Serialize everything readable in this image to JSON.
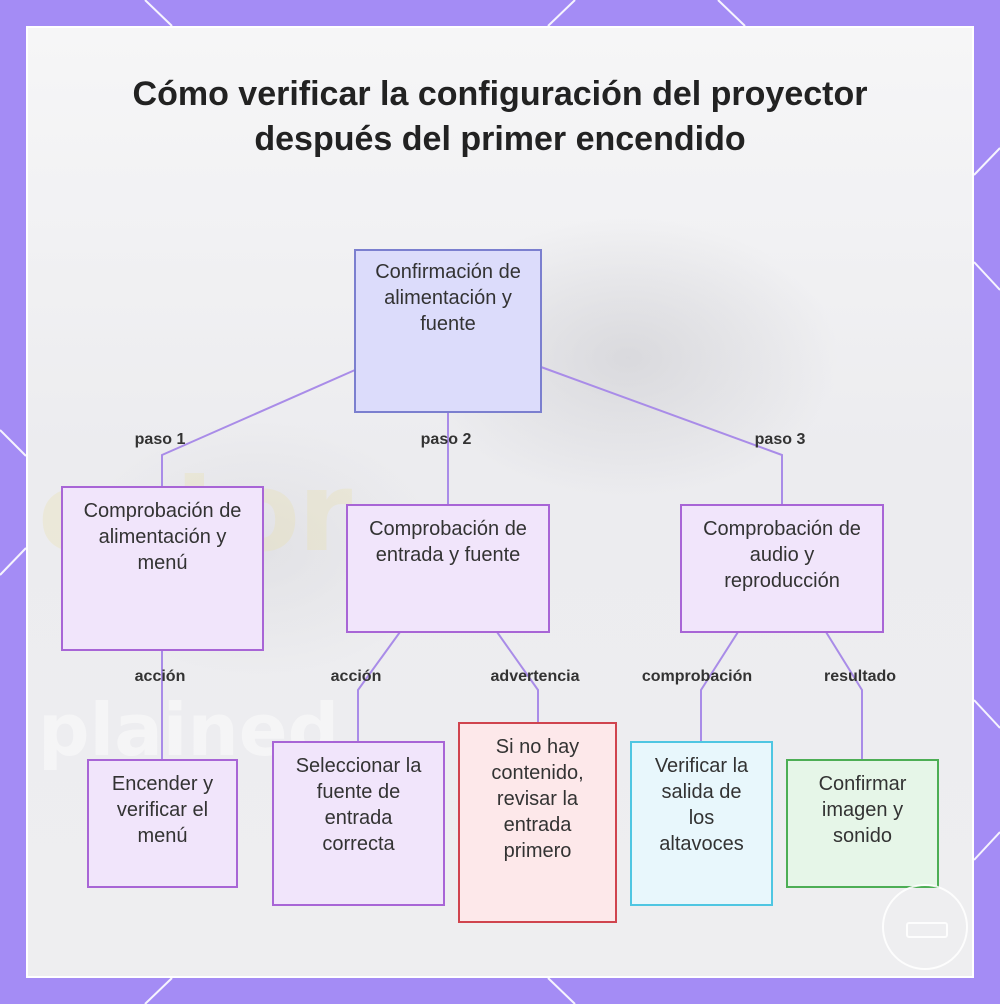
{
  "title": "Cómo verificar la configuración del proyector después del primer encendido",
  "nodes": {
    "root": "Confirmación de alimentación y fuente",
    "step1": "Comprobación de alimentación y menú",
    "step2": "Comprobación de entrada y fuente",
    "step3": "Comprobación de audio y reproducción",
    "leaf1": "Encender y verificar el menú",
    "leaf2": "Seleccionar la fuente de entrada correcta",
    "leaf3": "Si no hay contenido, revisar la entrada primero",
    "leaf4": "Verificar la salida de los altavoces",
    "leaf5": "Confirmar imagen y sonido"
  },
  "edges": {
    "paso1": "paso 1",
    "paso2": "paso 2",
    "paso3": "paso 3",
    "accion1": "acción",
    "accion2": "acción",
    "advertencia": "advertencia",
    "comprobacion": "comprobación",
    "resultado": "resultado"
  },
  "colors": {
    "background": "#a48cf5",
    "root_fill": "#dcdcfb",
    "step_fill": "#f1e5fb",
    "warning_border": "#d0444e",
    "check_border": "#4fc6e2",
    "result_border": "#4dae55",
    "connector": "#a98ce8"
  }
}
